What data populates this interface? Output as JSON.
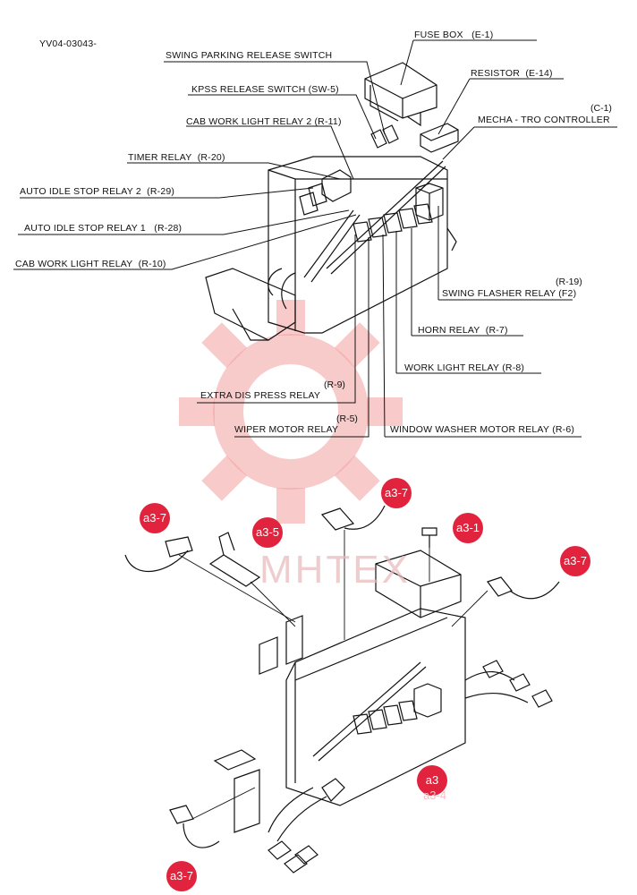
{
  "doc_id": "YV04-03043-",
  "colors": {
    "badge": "#e1233e",
    "line": "#111111",
    "watermark": "#f08a8a"
  },
  "watermark_text": "MHTEX",
  "top_labels": [
    {
      "id": "fuse_box",
      "text": "FUSE BOX",
      "code": "(E-1)"
    },
    {
      "id": "swing_parking",
      "text": "SWING PARKING RELEASE SWITCH",
      "code": ""
    },
    {
      "id": "resistor",
      "text": "RESISTOR",
      "code": "(E-14)"
    },
    {
      "id": "kpss",
      "text": "KPSS RELEASE SWITCH (SW-5)",
      "code": ""
    },
    {
      "id": "mecha_code",
      "text": "(C-1)",
      "code": ""
    },
    {
      "id": "mecha",
      "text": "MECHA - TRO CONTROLLER",
      "code": ""
    },
    {
      "id": "cab2",
      "text": "CAB WORK LIGHT RELAY 2 (R-11)",
      "code": ""
    },
    {
      "id": "timer",
      "text": "TIMER RELAY",
      "code": "(R-20)"
    },
    {
      "id": "autoidle2",
      "text": "AUTO IDLE STOP RELAY 2",
      "code": "(R-29)"
    },
    {
      "id": "autoidle1",
      "text": "AUTO IDLE STOP RELAY 1",
      "code": "(R-28)"
    },
    {
      "id": "cab1",
      "text": "CAB WORK LIGHT RELAY",
      "code": "(R-10)"
    },
    {
      "id": "swingflash_code",
      "text": "(R-19)",
      "code": ""
    },
    {
      "id": "swingflash",
      "text": "SWING FLASHER RELAY (F2)",
      "code": ""
    },
    {
      "id": "horn",
      "text": "HORN  RELAY",
      "code": "(R-7)"
    },
    {
      "id": "worklight",
      "text": "WORK LIGHT  RELAY",
      "code": "(R-8)"
    },
    {
      "id": "extra_code",
      "text": "(R-9)",
      "code": ""
    },
    {
      "id": "extra",
      "text": "EXTRA DIS PRESS RELAY",
      "code": ""
    },
    {
      "id": "wiper_code",
      "text": "(R-5)",
      "code": ""
    },
    {
      "id": "wiper",
      "text": "WIPER MOTOR RELAY",
      "code": ""
    },
    {
      "id": "washer",
      "text": "WINDOW WASHER MOTOR RELAY",
      "code": "(R-6)"
    }
  ],
  "badges": [
    {
      "id": "b1",
      "text": "a3-7"
    },
    {
      "id": "b2",
      "text": "a3-5"
    },
    {
      "id": "b3",
      "text": "a3-7"
    },
    {
      "id": "b4",
      "text": "a3-1"
    },
    {
      "id": "b5",
      "text": "a3-7"
    },
    {
      "id": "b6",
      "text": "a3"
    },
    {
      "id": "b7",
      "text": "a3-4"
    },
    {
      "id": "b8",
      "text": "a3-7"
    }
  ]
}
